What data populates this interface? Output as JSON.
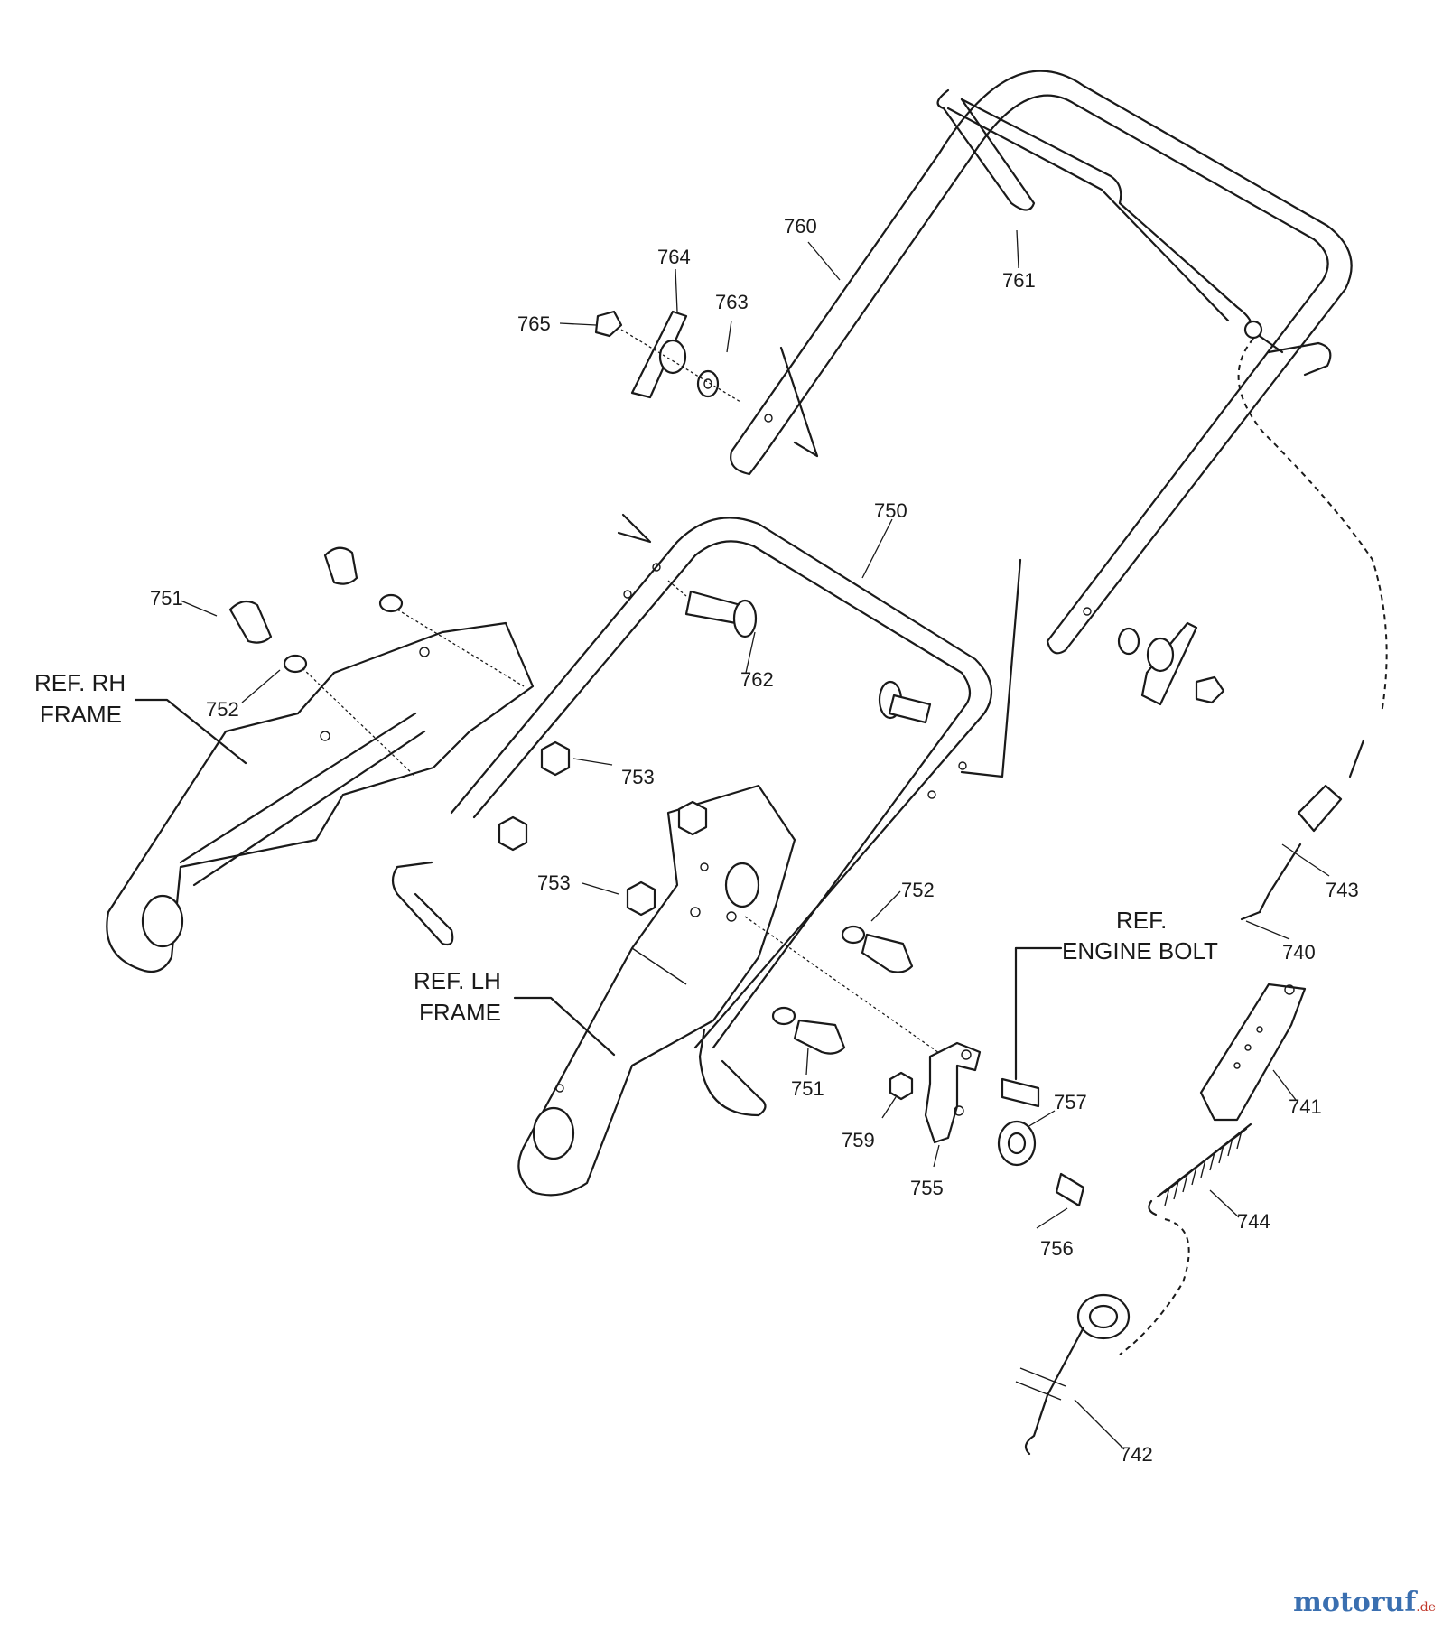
{
  "parts": {
    "p760": "760",
    "p761": "761",
    "p764": "764",
    "p763": "763",
    "p765": "765",
    "p750": "750",
    "p751": "751",
    "p752a": "752",
    "p762": "762",
    "p753a": "753",
    "p753b": "753",
    "p752b": "752",
    "p743": "743",
    "p740": "740",
    "p741": "741",
    "p751b": "751",
    "p757": "757",
    "p759": "759",
    "p755": "755",
    "p756": "756",
    "p744": "744",
    "p742": "742"
  },
  "references": {
    "rh_frame_line1": "REF. RH",
    "rh_frame_line2": "FRAME",
    "lh_frame_line1": "REF. LH",
    "lh_frame_line2": "FRAME",
    "engine_bolt_line1": "REF.",
    "engine_bolt_line2": "ENGINE BOLT"
  },
  "watermark": {
    "brand": "motoruf",
    "suffix": ".de"
  }
}
